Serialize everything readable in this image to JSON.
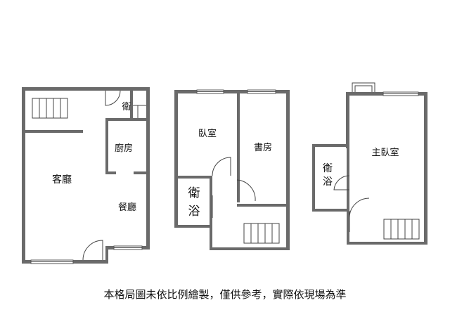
{
  "floor1": {
    "living_room": "客廳",
    "bathroom": "衛",
    "kitchen": "廚房",
    "dining_room": "餐廳"
  },
  "floor2": {
    "bedroom": "臥室",
    "study": "書房",
    "bath_char1": "衛",
    "bath_char2": "浴"
  },
  "floor3": {
    "master_bedroom": "主臥室",
    "bath_char1": "衛",
    "bath_char2": "浴"
  },
  "disclaimer": "本格局圖未依比例繪製，僅供參考，實際依現場為準"
}
